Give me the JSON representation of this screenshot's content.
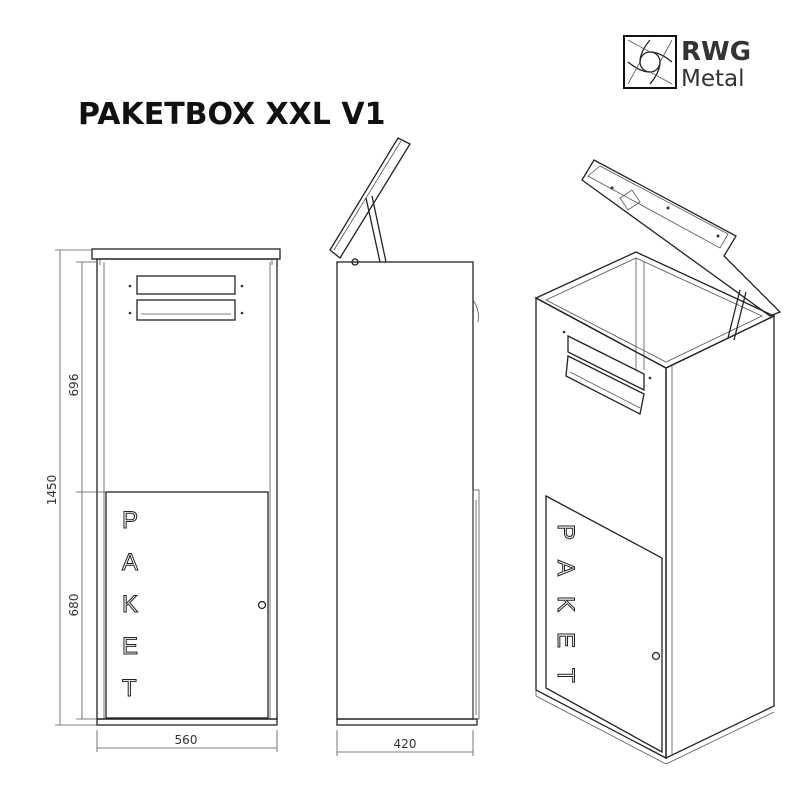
{
  "title": "PAKETBOX  XXL  V1",
  "logo": {
    "line1": "RWG",
    "line2": "Metal",
    "icon": "aperture-icon"
  },
  "label_paket": [
    "P",
    "A",
    "K",
    "E",
    "T"
  ],
  "dimensions": {
    "total_height": "1450",
    "upper_height": "696",
    "lower_height": "680",
    "width": "560",
    "depth": "420"
  }
}
